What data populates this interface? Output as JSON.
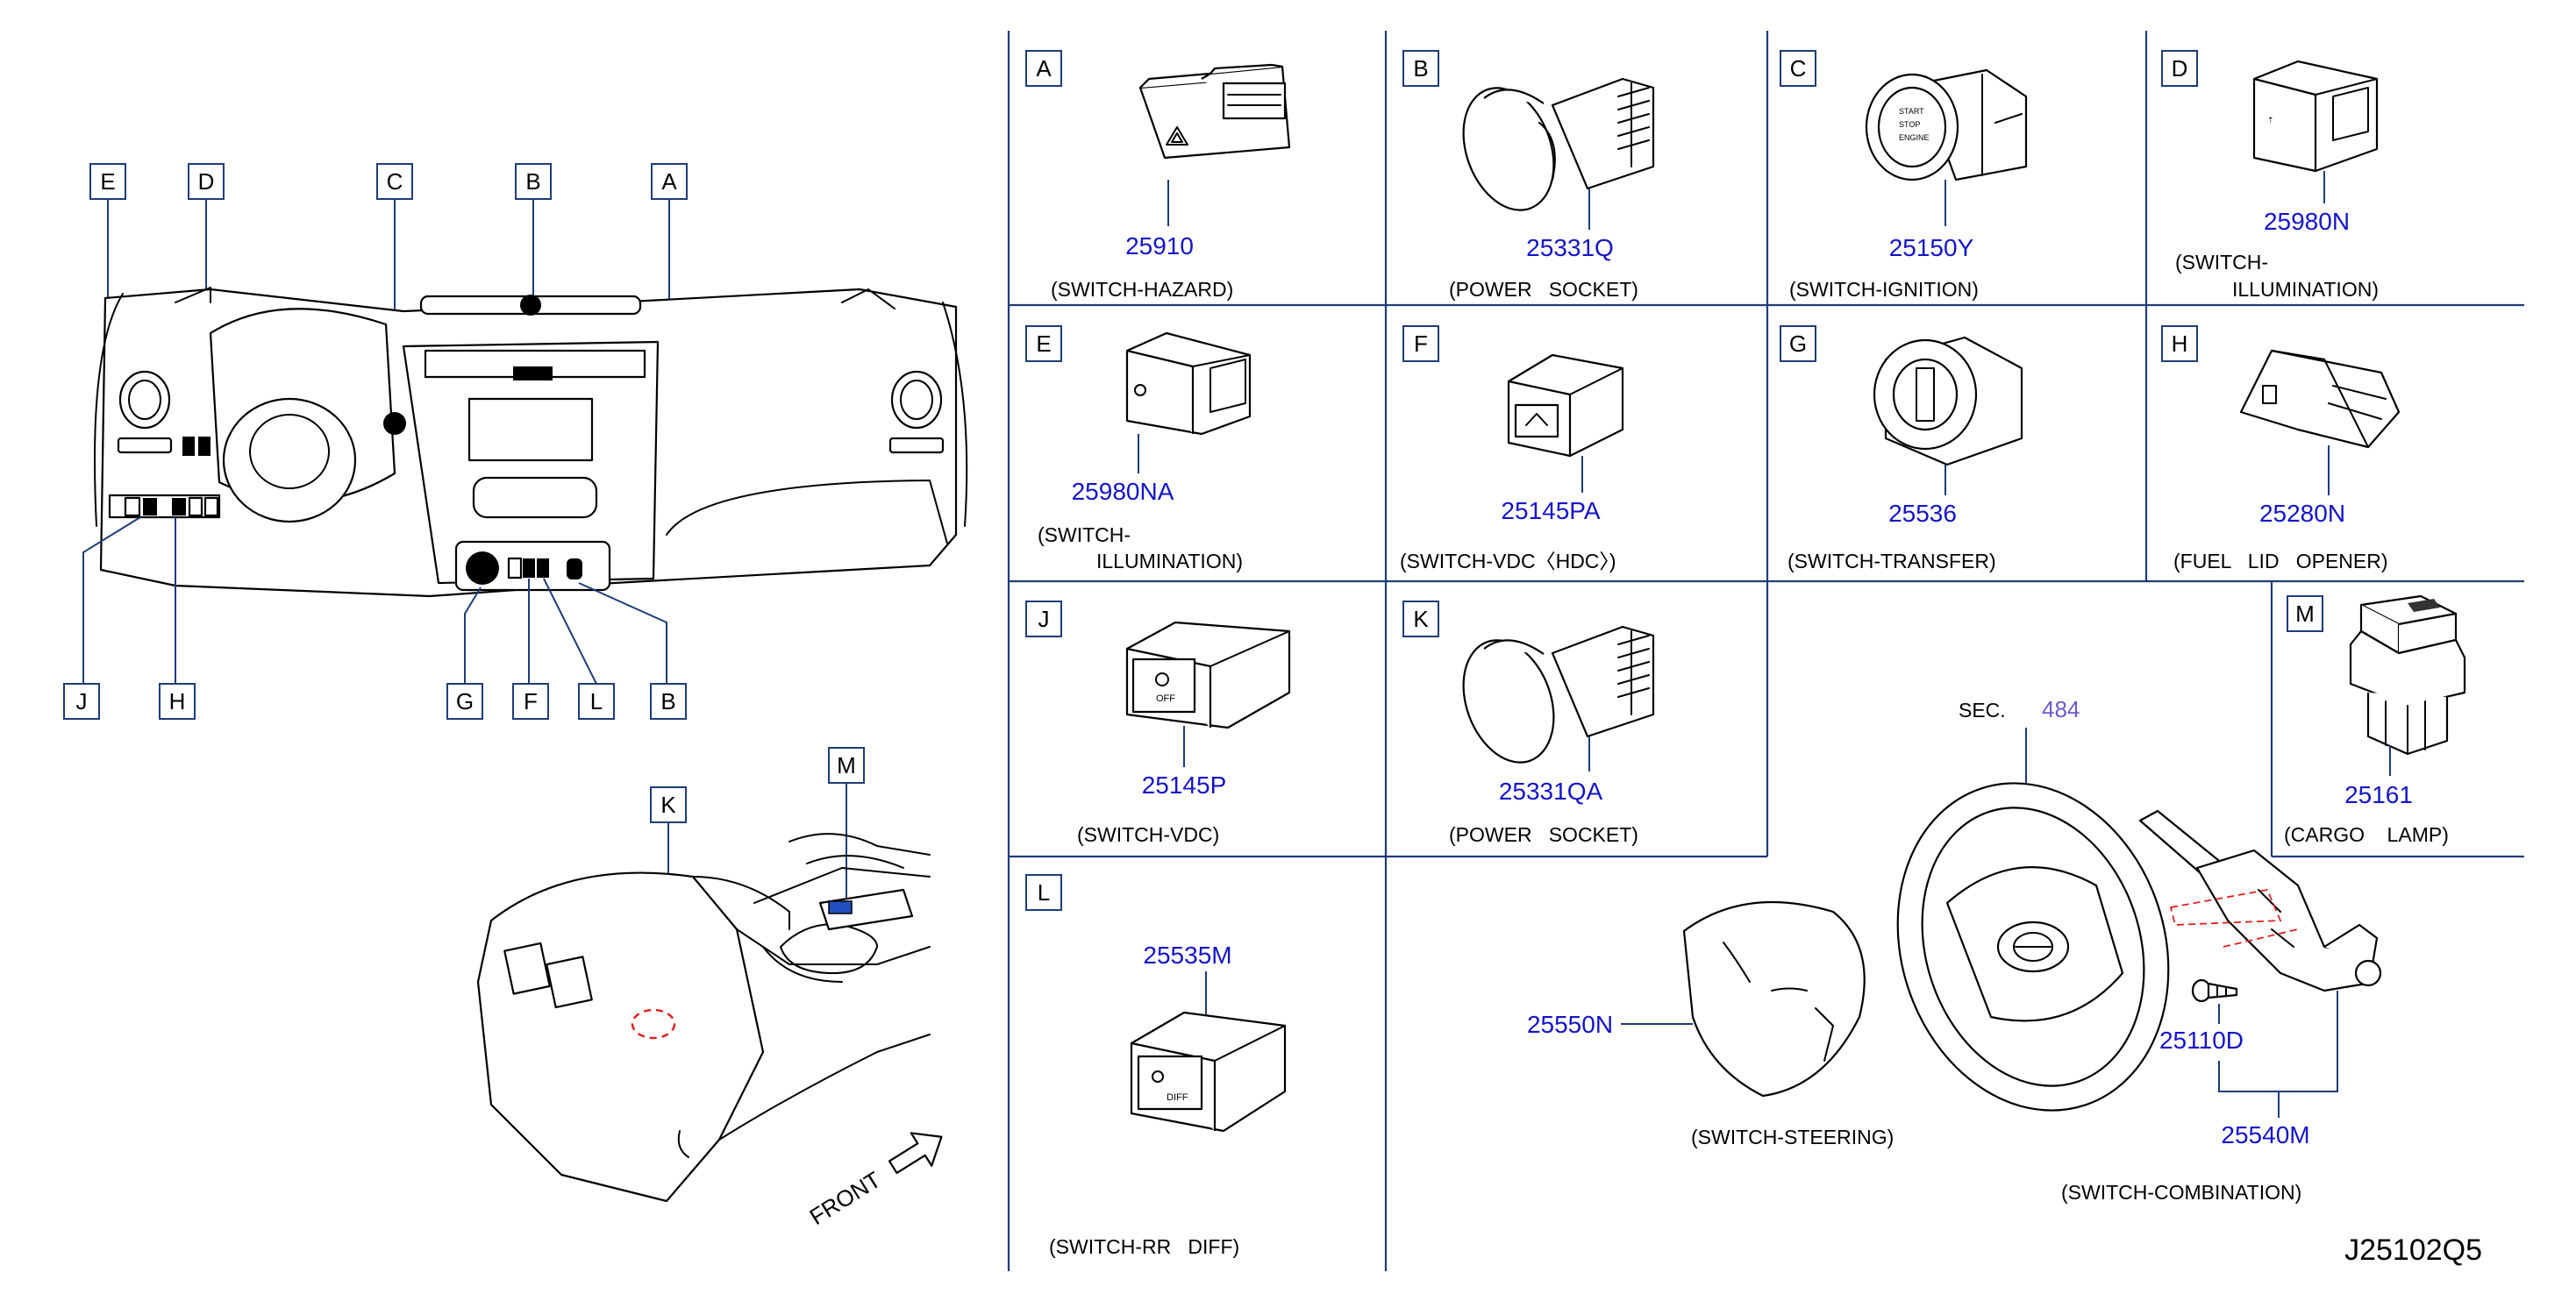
{
  "callouts": {
    "A": "A",
    "B": "B",
    "C": "C",
    "D": "D",
    "E": "E",
    "F": "F",
    "G": "G",
    "H": "H",
    "J": "J",
    "K": "K",
    "L": "L",
    "M": "M"
  },
  "front_label": "FRONT",
  "diagram_code": "J25102Q5",
  "sec_label": "SEC.",
  "sec_number": "484",
  "panels": {
    "A": {
      "part": "25910",
      "caption": "(SWITCH-HAZARD)"
    },
    "B": {
      "part": "25331Q",
      "caption": "(POWER   SOCKET)"
    },
    "C": {
      "part": "25150Y",
      "caption": "(SWITCH-IGNITION)"
    },
    "D": {
      "part": "25980N",
      "caption1": "(SWITCH-",
      "caption2": "ILLUMINATION)"
    },
    "E": {
      "part": "25980NA",
      "caption1": "(SWITCH-",
      "caption2": "ILLUMINATION)"
    },
    "F": {
      "part": "25145PA",
      "caption": "(SWITCH-VDC〈HDC〉)"
    },
    "G": {
      "part": "25536",
      "caption": "(SWITCH-TRANSFER)"
    },
    "H": {
      "part": "25280N",
      "caption": "(FUEL   LID   OPENER)"
    },
    "J": {
      "part": "25145P",
      "caption": "(SWITCH-VDC)"
    },
    "K": {
      "part": "25331QA",
      "caption": "(POWER   SOCKET)"
    },
    "L": {
      "part": "25535M",
      "caption": "(SWITCH-RR   DIFF)"
    },
    "M": {
      "part": "25161",
      "caption": "(CARGO    LAMP)"
    }
  },
  "steering": {
    "switch_steering_part": "25550N",
    "switch_steering_caption": "(SWITCH-STEERING)",
    "screw_part": "25110D",
    "combination_part": "25540M",
    "combination_caption": "(SWITCH-COMBINATION)"
  },
  "colors": {
    "part_number": "#1414c8",
    "frame_line": "#1e3c78",
    "reference_number": "#6a5acd",
    "hidden_marker": "#e02020",
    "cargo_button": "#2050c0"
  }
}
